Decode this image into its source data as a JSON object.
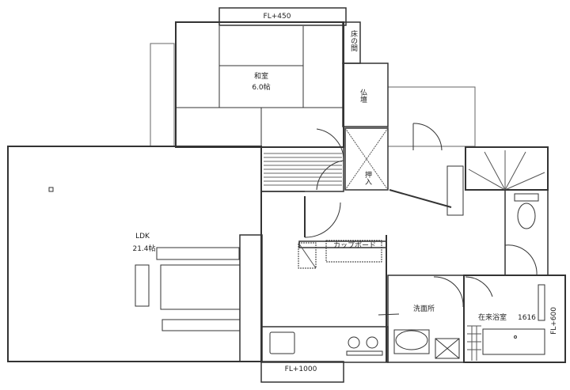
{
  "floor_plan": {
    "rooms": [
      {
        "name": "和室",
        "size": "6.0帖"
      },
      {
        "name": "LDK",
        "size": "21.4帖"
      },
      {
        "name": "洗面所"
      },
      {
        "name": "在来浴室",
        "size": "1616"
      }
    ],
    "closets": {
      "tokonoma": "床の間",
      "butsudan": "仏壇",
      "oshiire": "押入",
      "cupboard": "カップボード"
    },
    "floor_levels": {
      "top": "FL+450",
      "bottom": "FL+1000",
      "right": "FL+600"
    }
  }
}
